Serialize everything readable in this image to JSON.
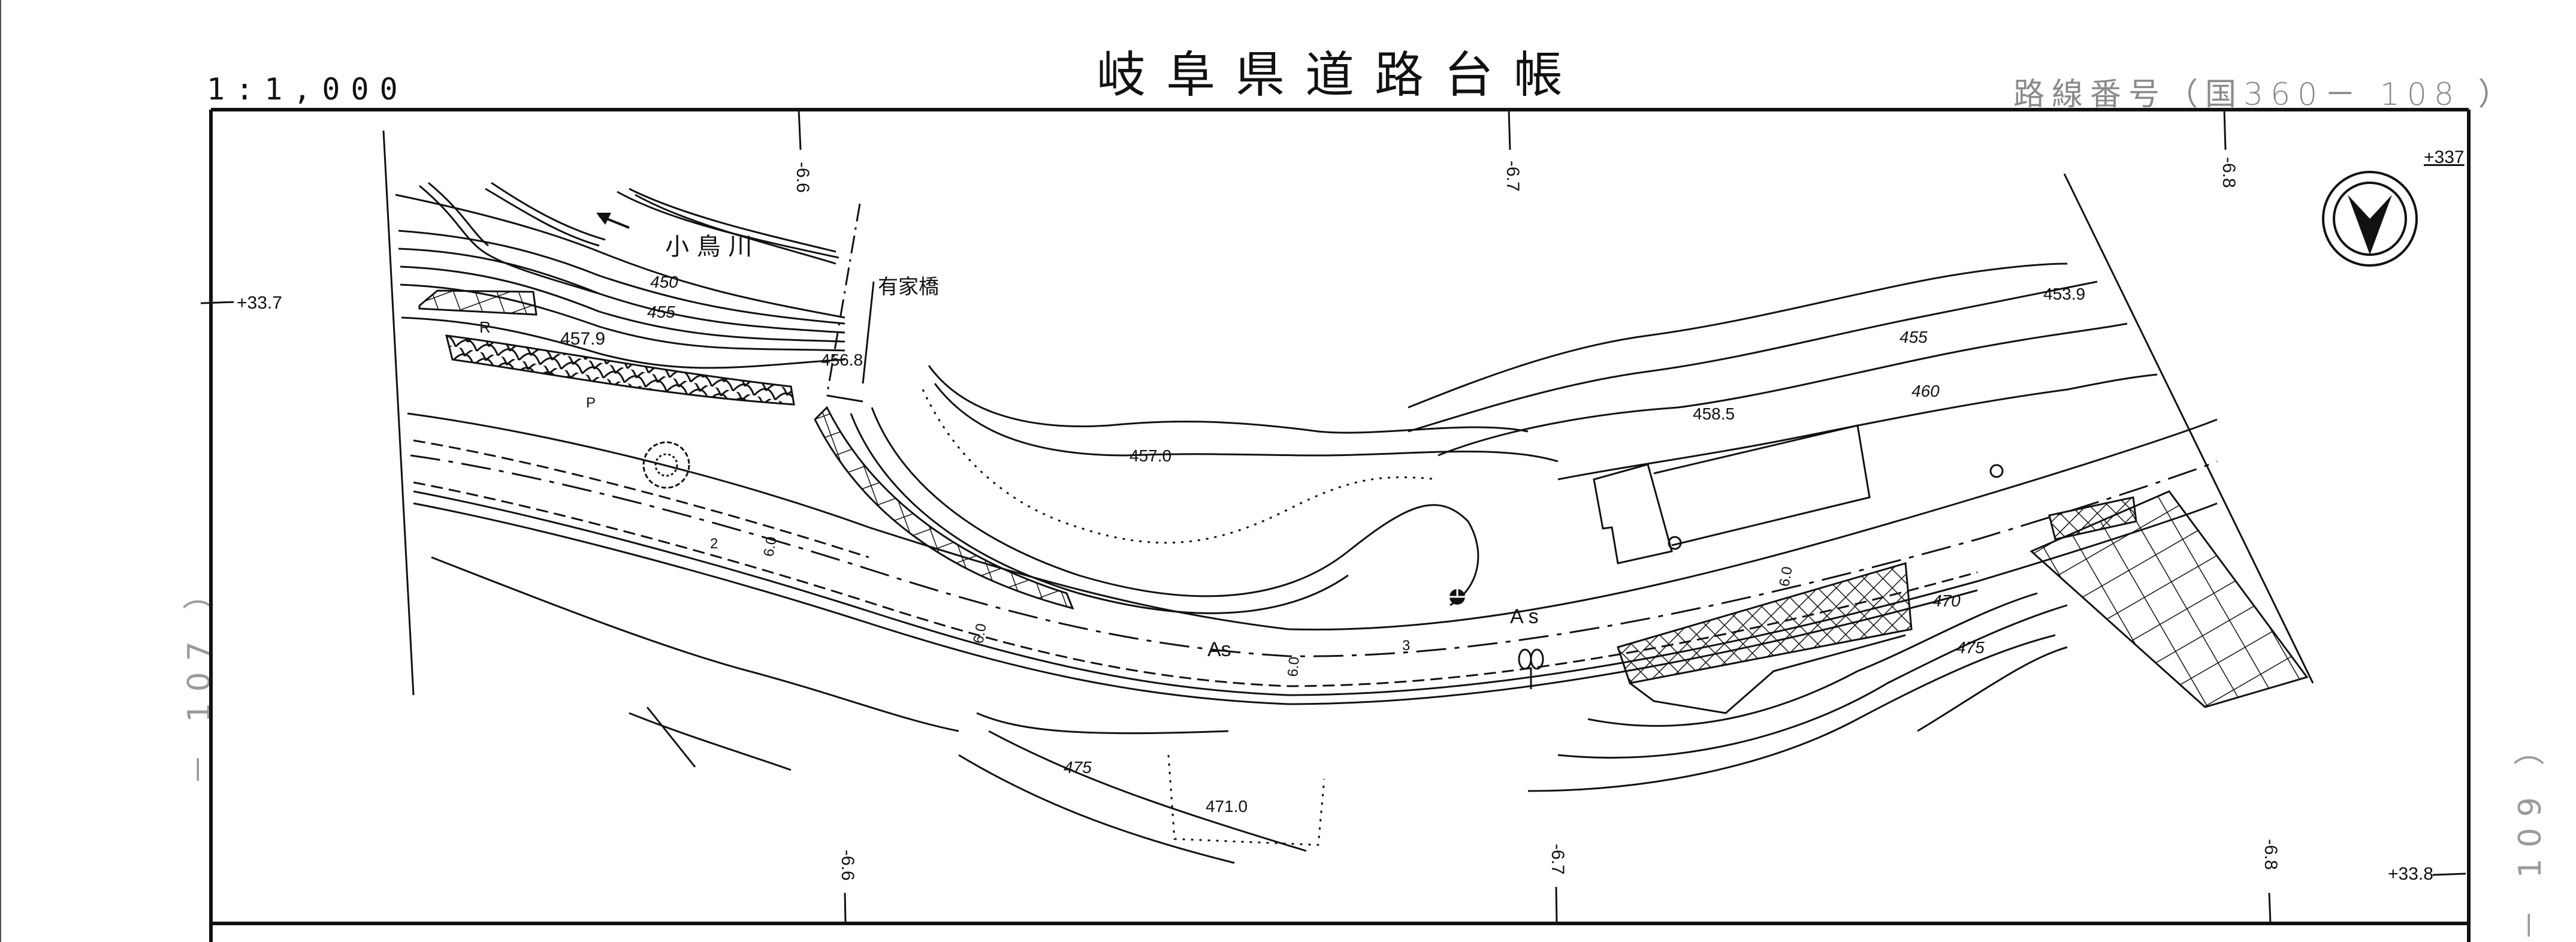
{
  "header": {
    "title": "岐阜県道路台帳",
    "scale": "1:1,000",
    "route_number": "路線番号（国360－ 108 ）"
  },
  "adjacent_sheets": {
    "left": "－ 107 ）",
    "right": "－ 109 ）"
  },
  "grid_marks": {
    "left_y": "+33.7",
    "top_right_y": "+337",
    "bottom_right_y": "+33.8",
    "top_x": [
      "-6.6",
      "-6.7",
      "-6.8"
    ],
    "bottom_x": [
      "-6.6",
      "-6.7",
      "-6.8"
    ]
  },
  "place_names": {
    "river": "小 鳥 川",
    "bridge": "有家橋"
  },
  "elevations": {
    "spot_heights": [
      "457.9",
      "456.8",
      "457.0",
      "458.5",
      "453.9",
      "471.0"
    ],
    "contours": [
      "450",
      "455",
      "455",
      "460",
      "470",
      "475",
      "475"
    ]
  },
  "road_labels": {
    "surface_1": "As",
    "surface_2": "As",
    "width_1": "6.0",
    "width_2": "6.0",
    "width_3": "6.0",
    "width_4": "6.0",
    "station_2": "2",
    "station_3": "3"
  },
  "map_symbols": {
    "r_label": "R",
    "p_label": "P"
  },
  "north_arrow": "north-arrow-icon"
}
